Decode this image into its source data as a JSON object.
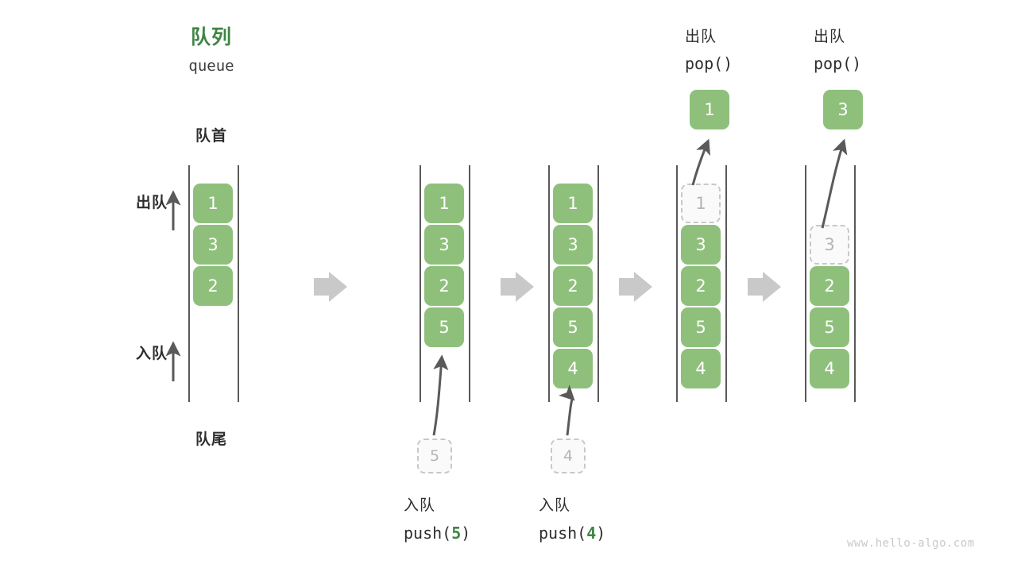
{
  "diagram": {
    "title_cn": "队列",
    "title_en": "queue",
    "front_label": "队首",
    "rear_label": "队尾",
    "dequeue_label": "出队",
    "enqueue_label": "入队",
    "watermark": "www.hello-algo.com",
    "colors": {
      "cell_fill": "#8ec07c",
      "cell_text": "#ffffff",
      "ghost_fill": "#fafafa",
      "ghost_border": "#c8c8c8",
      "ghost_text": "#b4b4b4",
      "rail": "#595959",
      "arrow_gray": "#c9c9c9",
      "curve_arrow": "#5a5a5a",
      "title_green": "#3f8544",
      "text_dark": "#2e2e2e",
      "watermark": "#c9c9c9"
    }
  },
  "steps": [
    {
      "id": "step-initial",
      "cells": [
        "1",
        "3",
        "2"
      ],
      "ghost_index": -1,
      "caption_cn": "",
      "caption_code": "",
      "header_cn": "",
      "header_code": "",
      "popped_value": "",
      "incoming_value": ""
    },
    {
      "id": "step-push-5",
      "cells": [
        "1",
        "3",
        "2",
        "5"
      ],
      "ghost_index": -1,
      "caption_cn": "入队",
      "caption_code_prefix": "push(",
      "caption_code_arg": "5",
      "caption_code_suffix": ")",
      "incoming_value": "5",
      "header_cn": "",
      "header_code": "",
      "popped_value": ""
    },
    {
      "id": "step-push-4",
      "cells": [
        "1",
        "3",
        "2",
        "5",
        "4"
      ],
      "ghost_index": -1,
      "caption_cn": "入队",
      "caption_code_prefix": "push(",
      "caption_code_arg": "4",
      "caption_code_suffix": ")",
      "incoming_value": "4",
      "header_cn": "",
      "header_code": "",
      "popped_value": ""
    },
    {
      "id": "step-pop-1",
      "cells": [
        "1",
        "3",
        "2",
        "5",
        "4"
      ],
      "ghost_index": 0,
      "header_cn": "出队",
      "header_code": "pop()",
      "popped_value": "1",
      "caption_cn": "",
      "caption_code": "",
      "incoming_value": ""
    },
    {
      "id": "step-pop-3",
      "cells": [
        "",
        "3",
        "2",
        "5",
        "4"
      ],
      "ghost_index": 1,
      "header_cn": "出队",
      "header_code": "pop()",
      "popped_value": "3",
      "caption_cn": "",
      "caption_code": "",
      "incoming_value": ""
    }
  ],
  "cell_values": {
    "g1": [
      "1",
      "3",
      "2"
    ],
    "g2": [
      "1",
      "3",
      "2",
      "5"
    ],
    "g3": [
      "1",
      "3",
      "2",
      "5",
      "4"
    ],
    "g4": [
      "1",
      "3",
      "2",
      "5",
      "4"
    ],
    "g5": [
      "3",
      "2",
      "5",
      "4"
    ]
  },
  "transition_arrows": [
    "arrow-1",
    "arrow-2",
    "arrow-3",
    "arrow-4"
  ]
}
